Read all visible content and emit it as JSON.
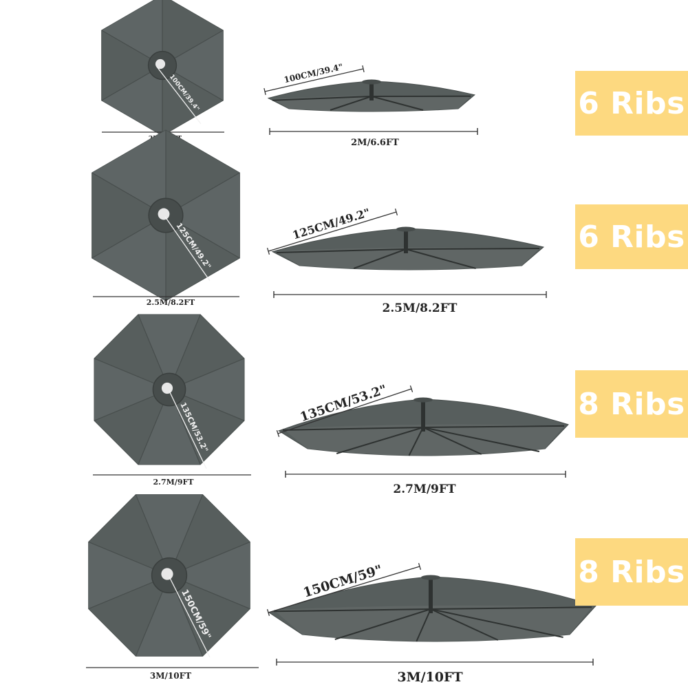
{
  "colors": {
    "canopy": "#575e5d",
    "canopy_dark": "#474d4c",
    "canopy_light": "#656c6b",
    "rib": "#2e3231",
    "badge_bg": "#fdd980",
    "badge_text": "#ffffff",
    "dim_line": "#333333"
  },
  "rows": [
    {
      "ribs": 6,
      "radius_label": "100CM/39.4\"",
      "width_label": "2M/6.6FT",
      "badge": "6 Ribs"
    },
    {
      "ribs": 6,
      "radius_label": "125CM/49.2\"",
      "width_label": "2.5M/8.2FT",
      "badge": "6 Ribs"
    },
    {
      "ribs": 8,
      "radius_label": "135CM/53.2\"",
      "width_label": "2.7M/9FT",
      "badge": "8 Ribs"
    },
    {
      "ribs": 8,
      "radius_label": "150CM/59\"",
      "width_label": "3M/10FT",
      "badge": "8 Ribs"
    }
  ],
  "icons": {
    "top_view": "umbrella-top-icon",
    "side_view": "umbrella-side-icon"
  }
}
